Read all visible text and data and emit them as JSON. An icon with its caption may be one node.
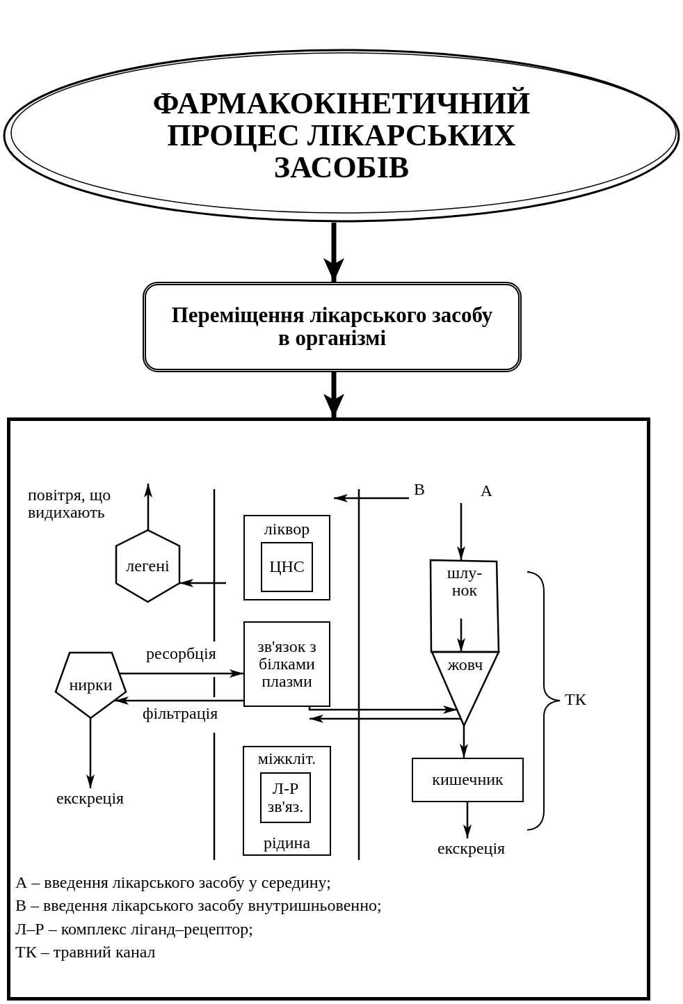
{
  "diagram": {
    "nodes": [
      {
        "text": [
          "ФАРМАКОКІНЕТИЧНИЙ ПРОЦЕС ЛІКАРСЬКИХ ЗАСОБІВ"
        ]
      },
      {
        "text": [
          "Переміщення лікарського засобу в організмі"
        ]
      },
      {
        "text": [],
        "shape": "box"
      },
      {
        "text": [
          "повітря, що видихають"
        ],
        "in": 2
      },
      {
        "text": [
          "легені"
        ],
        "in": 2
      },
      {
        "text": [
          "ліквор"
        ],
        "in": 2
      },
      {
        "text": [
          "ЦНС"
        ],
        "in": 5
      },
      {
        "text": [
          "В"
        ],
        "in": 2
      },
      {
        "text": [
          "А"
        ],
        "in": 2
      },
      {
        "text": [
          "шлу- нок"
        ],
        "in": 2
      },
      {
        "text": [
          "жовч"
        ],
        "in": 2
      },
      {
        "text": [
          "зв'язок з білками плазми"
        ],
        "in": 2
      },
      {
        "text": [
          "нирки"
        ],
        "in": 2
      },
      {
        "text": [
          "міжкліт.",
          "рідина"
        ],
        "in": 2
      },
      {
        "text": [
          "Л-Р зв'яз."
        ],
        "in": 13
      },
      {
        "text": [
          "кишечник"
        ],
        "in": 2
      },
      {
        "text": [
          "екскреція"
        ],
        "in": 2
      },
      {
        "text": [
          "екскреція"
        ],
        "in": 2
      }
    ],
    "edges": [
      {
        "from": 0,
        "to": 1,
        "arrow": "to",
        "style": "thick"
      },
      {
        "from": 1,
        "to": 2,
        "arrow": "to",
        "style": "thick"
      },
      {
        "from": 4,
        "to": 3,
        "arrow": "to"
      },
      {
        "from": null,
        "to": 4,
        "arrow": "to"
      },
      {
        "from": 7,
        "to": 5,
        "arrow": "to"
      },
      {
        "from": 8,
        "to": 9,
        "arrow": "to"
      },
      {
        "from": 9,
        "to": 10,
        "arrow": "to"
      },
      {
        "from": 12,
        "to": 11,
        "arrow": "to",
        "label": "ресорбція"
      },
      {
        "from": 11,
        "to": 12,
        "arrow": "to",
        "label": "фільтрація"
      },
      {
        "from": 11,
        "to": 10,
        "arrow": "to"
      },
      {
        "from": 10,
        "to": 11,
        "arrow": "to"
      },
      {
        "from": 10,
        "to": 15,
        "arrow": "to"
      },
      {
        "from": 15,
        "to": 17,
        "arrow": "to"
      },
      {
        "from": 12,
        "to": 16,
        "arrow": "to"
      }
    ],
    "labels": [
      "ТК",
      "А – введення лікарського засобу у середину;",
      "В – введення лікарського засобу внутришньовенно;",
      "Л–Р – комплекс ліганд–рецептор;",
      "ТК – травний канал"
    ]
  }
}
